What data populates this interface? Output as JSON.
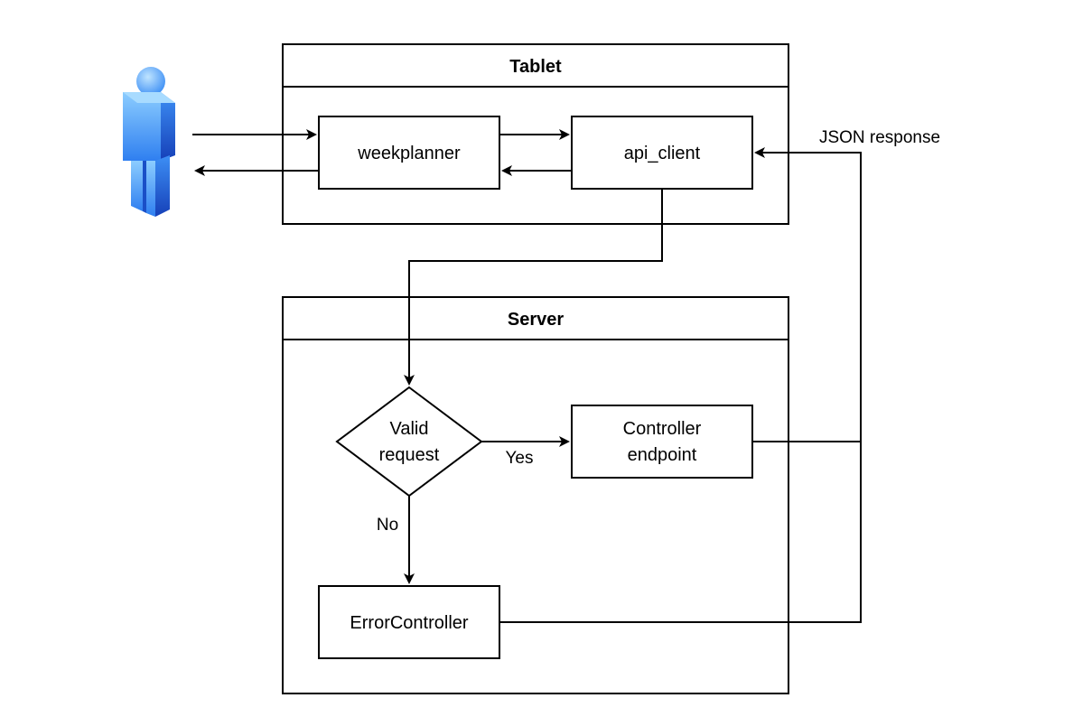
{
  "containers": {
    "tablet": {
      "title": "Tablet"
    },
    "server": {
      "title": "Server"
    }
  },
  "nodes": {
    "weekplanner": "weekplanner",
    "api_client": "api_client",
    "decision": {
      "line1": "Valid",
      "line2": "request"
    },
    "controller": {
      "line1": "Controller",
      "line2": "endpoint"
    },
    "error": "ErrorController"
  },
  "edges": {
    "yes": "Yes",
    "no": "No",
    "json_response": "JSON response"
  },
  "actor": {
    "icon": "user-icon",
    "colors": {
      "light": "#7fc4ff",
      "mid": "#3d8ff5",
      "dark": "#1a4fc7"
    }
  }
}
